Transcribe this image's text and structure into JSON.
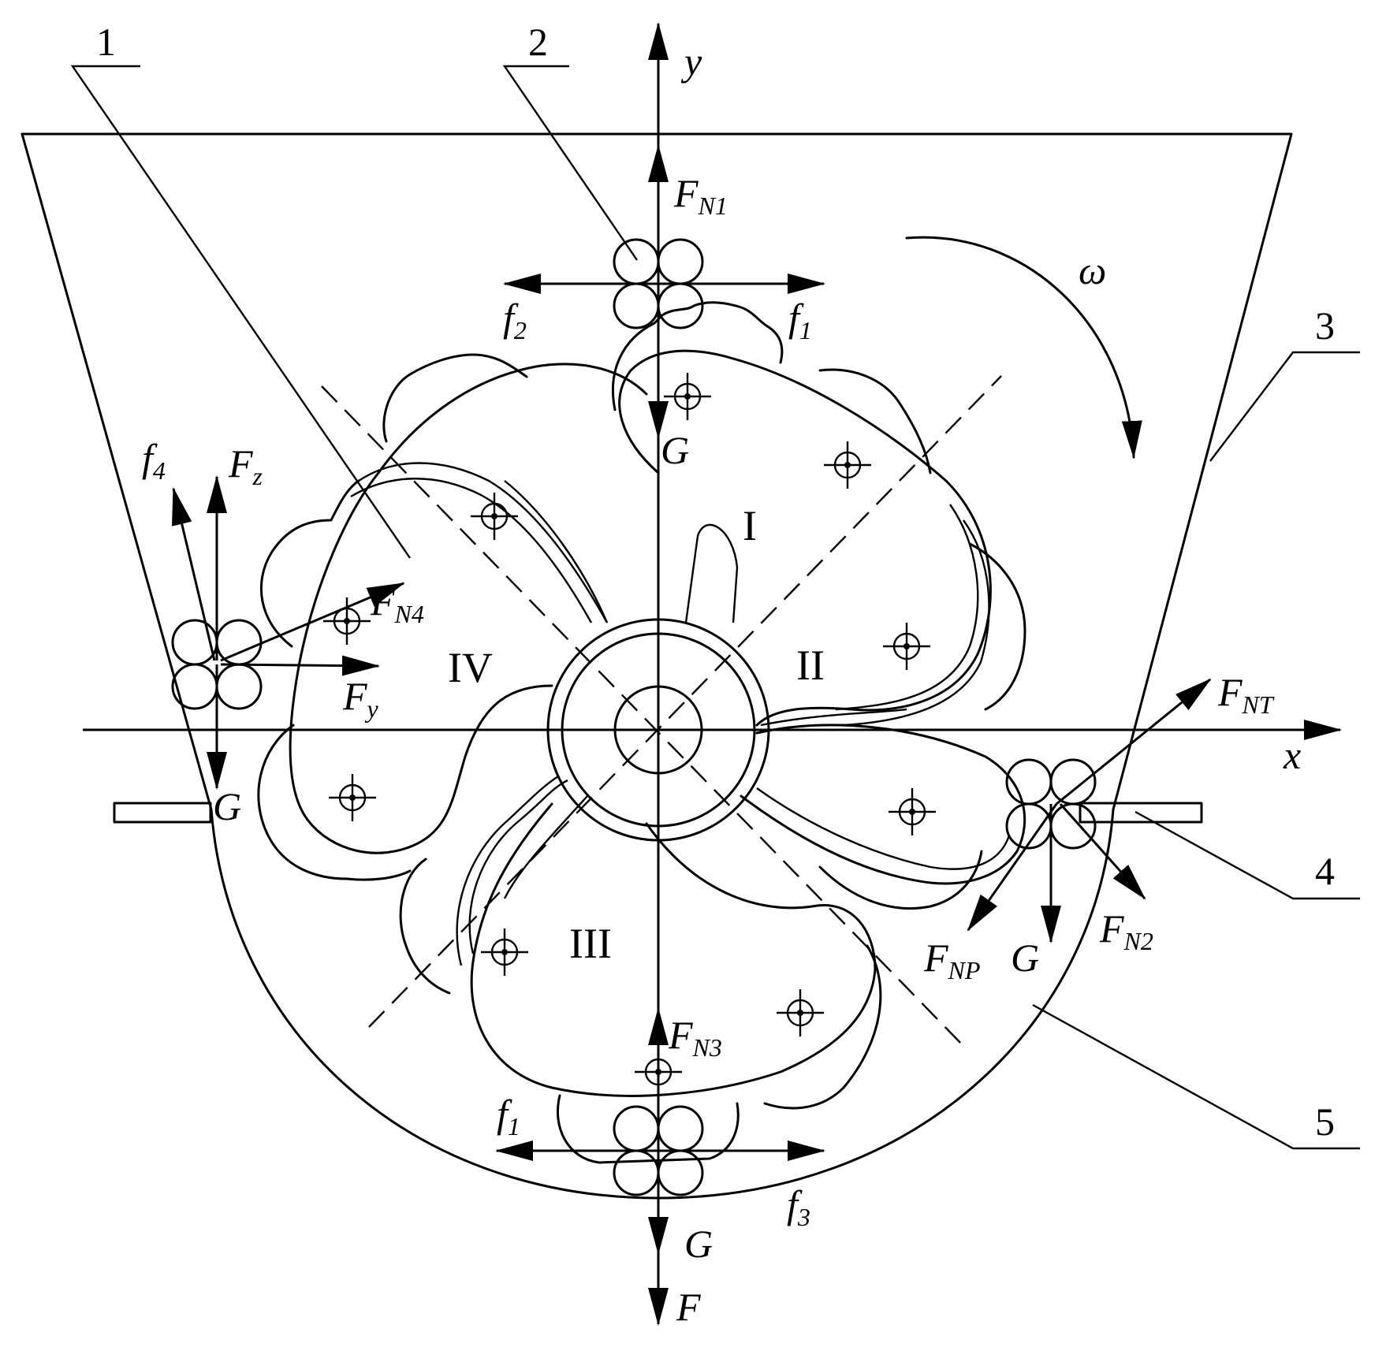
{
  "parts": [
    "1",
    "2",
    "3",
    "4",
    "5"
  ],
  "sectors": [
    "I",
    "II",
    "III",
    "IV"
  ],
  "axes": {
    "x": "x",
    "y": "y"
  },
  "rotation": "ω",
  "forces": {
    "FN1": {
      "main": "F",
      "sub": "N1"
    },
    "FN2": {
      "main": "F",
      "sub": "N2"
    },
    "FN3": {
      "main": "F",
      "sub": "N3"
    },
    "FN4": {
      "main": "F",
      "sub": "N4"
    },
    "FNT": {
      "main": "F",
      "sub": "NT"
    },
    "FNP": {
      "main": "F",
      "sub": "NP"
    },
    "Fz": {
      "main": "F",
      "sub": "z"
    },
    "Fy": {
      "main": "F",
      "sub": "y"
    },
    "F": "F",
    "G": "G",
    "f1": {
      "main": "f",
      "sub": "1"
    },
    "f2": {
      "main": "f",
      "sub": "2"
    },
    "f3": {
      "main": "f",
      "sub": "3"
    },
    "f4": {
      "main": "f",
      "sub": "4"
    }
  }
}
